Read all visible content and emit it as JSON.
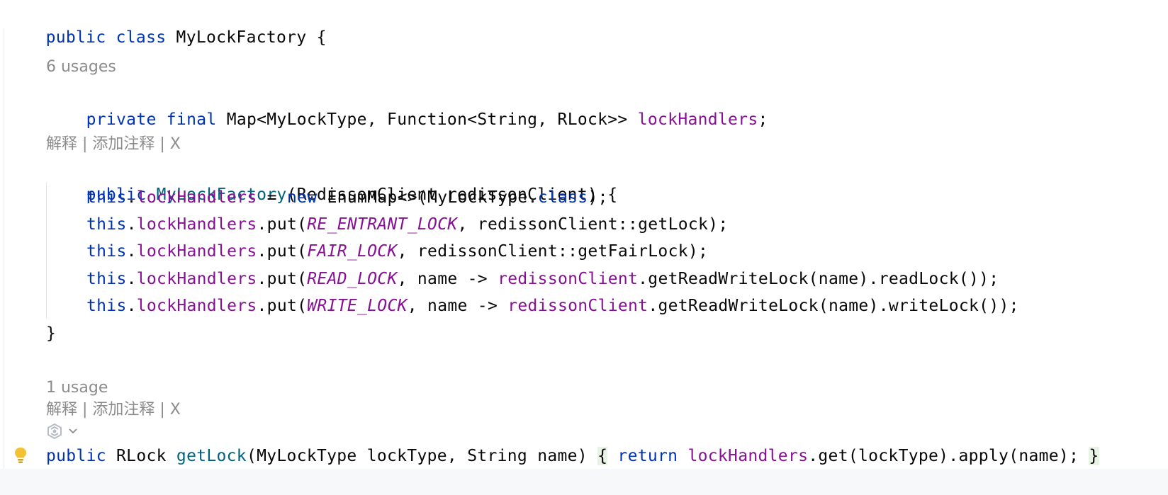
{
  "code": {
    "l1": [
      "public",
      "class",
      "MyLockFactory {"
    ],
    "l2": [
      "private",
      "final",
      "Map<MyLockType, Function<String, RLock>> ",
      "lockHandlers",
      ";"
    ],
    "l3": [
      "public",
      "MyLockFactory",
      "(RedissonClient redissonClient) {"
    ],
    "l4": [
      "this",
      ".",
      "lockHandlers",
      " = ",
      "new",
      " EnumMap<>(MyLockType.",
      "class",
      ");"
    ],
    "l5": [
      "this",
      ".",
      "lockHandlers",
      ".put(",
      "RE_ENTRANT_LOCK",
      ", redissonClient::getLock);"
    ],
    "l6": [
      "this",
      ".",
      "lockHandlers",
      ".put(",
      "FAIR_LOCK",
      ", redissonClient::getFairLock);"
    ],
    "l7": [
      "this",
      ".",
      "lockHandlers",
      ".put(",
      "READ_LOCK",
      ", name -> ",
      "redissonClient",
      ".getReadWriteLock(name).readLock());"
    ],
    "l8": [
      "this",
      ".",
      "lockHandlers",
      ".put(",
      "WRITE_LOCK",
      ", name -> ",
      "redissonClient",
      ".getReadWriteLock(name).writeLock());"
    ],
    "l9": "}",
    "l10": [
      "public",
      " RLock ",
      "getLock",
      "(MyLockType lockType, String name) ",
      "{",
      "return",
      "lockHandlers",
      ".get(lockType).apply(name); ",
      "}"
    ]
  },
  "hints": {
    "usages_top": "6 usages",
    "annotate_1": "解释 | 添加注释 | X",
    "usages_bottom": "1 usage",
    "annotate_2": "解释 | 添加注释 | X"
  },
  "icons": {
    "bulb": "lightbulb-icon",
    "ai": "ai-assistant-icon",
    "chevron": "chevron-down-icon"
  },
  "colors": {
    "keyword": "#0033b3",
    "field": "#871094",
    "method": "#00627a",
    "hint": "#8c8c8c",
    "brace_highlight": "#e8f2e5"
  }
}
